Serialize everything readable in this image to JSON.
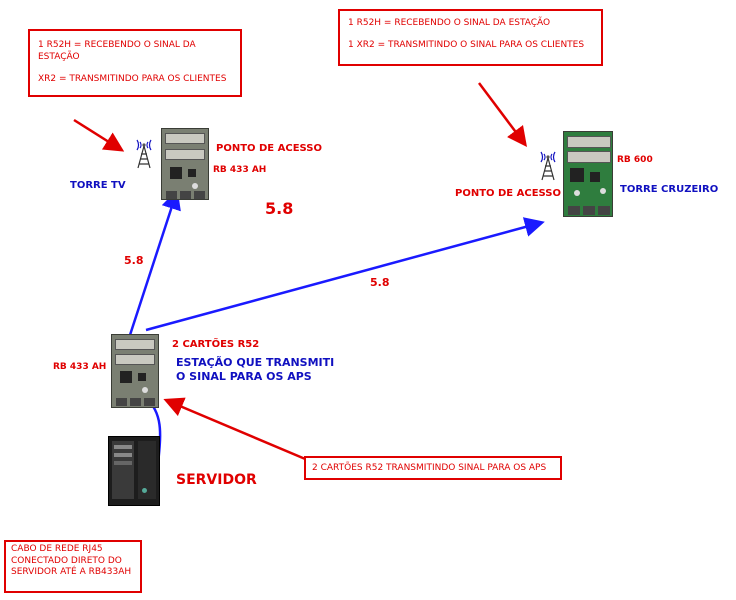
{
  "boxes": {
    "tv_box": {
      "line1": "1 R52H  = RECEBENDO O SINAL DA ESTAÇÃO",
      "line2": "XR2 = TRANSMITINDO PARA OS CLIENTES"
    },
    "cruzeiro_box": {
      "line1": "1 R52H = RECEBENDO O SINAL DA ESTAÇÃO",
      "line2": "1 XR2 = TRANSMITINDO O SINAL PARA OS CLIENTES"
    },
    "cartoes_box": {
      "text": "2 CARTÕES R52 TRANSMITINDO SINAL PARA OS APS"
    },
    "cabo_box": {
      "text": "CABO DE REDE RJ45 CONECTADO DIRETO DO SERVIDOR ATÉ A RB433AH"
    }
  },
  "labels": {
    "ponto_acesso_tv": "PONTO DE ACESSO",
    "rb433_tv": "RB 433 AH",
    "torre_tv": "TORRE TV",
    "big_58": "5.8",
    "link_58_left": "5.8",
    "link_58_right": "5.8",
    "rb600": "RB 600",
    "ponto_acesso_cruzeiro": "PONTO DE ACESSO",
    "torre_cruzeiro": "TORRE CRUZEIRO",
    "cartoes_r52": "2 CARTÕES R52",
    "rb433_station": "RB 433 AH",
    "estacao": "ESTAÇÃO QUE TRANSMITI O SINAL PARA OS APS",
    "servidor": "SERVIDOR"
  },
  "colors": {
    "red": "#e00000",
    "blue": "#1010c0",
    "link_blue": "#1a1aff"
  }
}
